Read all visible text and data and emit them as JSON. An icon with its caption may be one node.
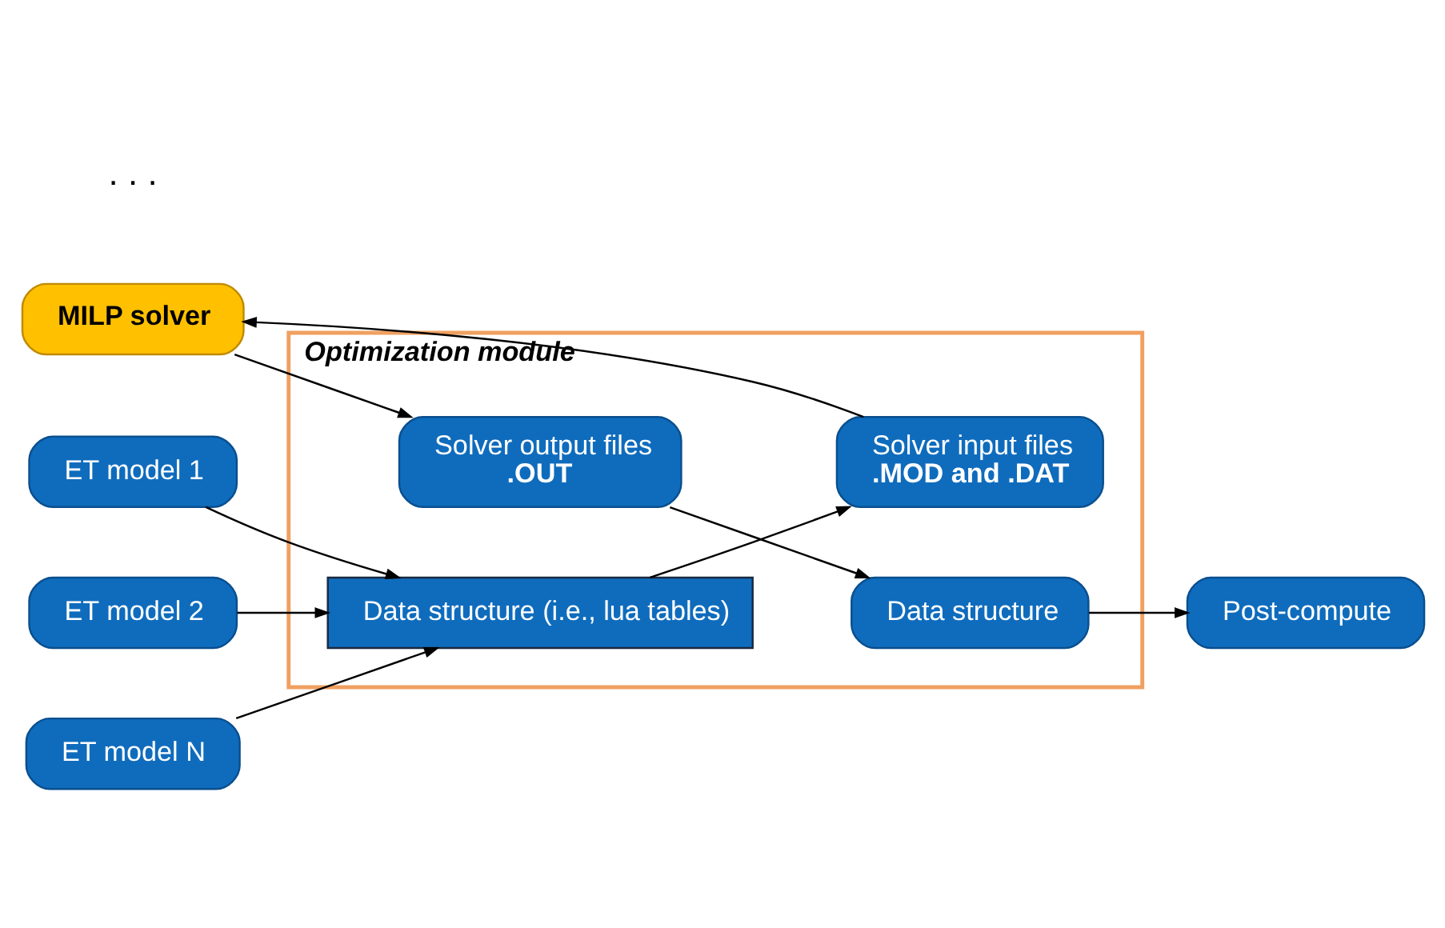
{
  "diagram": {
    "nodes": [
      {
        "text": [
          "Optimization module"
        ]
      },
      {
        "text": [
          "ET model 1"
        ]
      },
      {
        "text": [
          "ET model 2"
        ]
      },
      {
        "text": [
          "ET model N"
        ]
      },
      {
        "text": [
          "Data structure (i.e., lua tables)"
        ],
        "in": 0
      },
      {
        "text": [
          "Solver input files",
          ".MOD and .DAT"
        ],
        "in": 0
      },
      {
        "text": [
          "MILP solver"
        ]
      },
      {
        "text": [
          "Solver output files",
          ".OUT"
        ],
        "in": 0
      },
      {
        "text": [
          "Data structure"
        ],
        "in": 0
      },
      {
        "text": [
          "Post-compute"
        ]
      }
    ],
    "edges": [
      {
        "from": 1,
        "to": 4,
        "arrow": "to"
      },
      {
        "from": 2,
        "to": 4,
        "arrow": "to"
      },
      {
        "from": 3,
        "to": 4,
        "arrow": "to"
      },
      {
        "from": 4,
        "to": 5,
        "arrow": "to"
      },
      {
        "from": 5,
        "to": 6,
        "arrow": "to"
      },
      {
        "from": 6,
        "to": 7,
        "arrow": "to"
      },
      {
        "from": 7,
        "to": 8,
        "arrow": "to"
      },
      {
        "from": 8,
        "to": 9,
        "arrow": "to"
      }
    ],
    "labels": [
      ". . ."
    ]
  }
}
